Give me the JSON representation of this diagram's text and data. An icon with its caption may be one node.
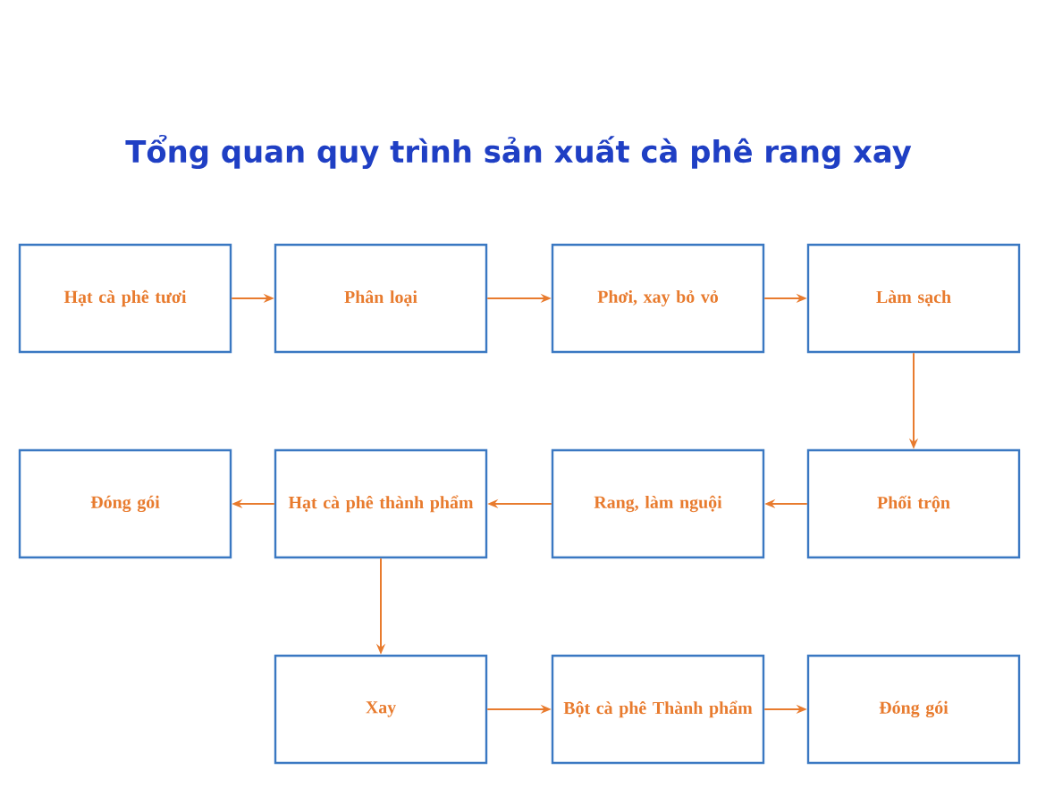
{
  "diagram": {
    "title": "Tổng quan quy trình sản xuất cà phê rang xay",
    "nodes": [
      {
        "text": [
          "Hạt cà phê tươi"
        ]
      },
      {
        "text": [
          "Phân loại"
        ]
      },
      {
        "text": [
          "Phơi, xay bỏ vỏ"
        ]
      },
      {
        "text": [
          "Làm sạch"
        ]
      },
      {
        "text": [
          "Phối trộn"
        ]
      },
      {
        "text": [
          "Rang, làm nguội"
        ]
      },
      {
        "text": [
          "Hạt cà phê thành phẩm"
        ]
      },
      {
        "text": [
          "Đóng gói"
        ]
      },
      {
        "text": [
          "Xay"
        ]
      },
      {
        "text": [
          "Bột cà phê Thành phẩm"
        ]
      },
      {
        "text": [
          "Đóng gói"
        ]
      }
    ],
    "edges": [
      {
        "from": 0,
        "to": 1,
        "arrow": "to"
      },
      {
        "from": 1,
        "to": 2,
        "arrow": "to"
      },
      {
        "from": 2,
        "to": 3,
        "arrow": "to"
      },
      {
        "from": 3,
        "to": 4,
        "arrow": "to"
      },
      {
        "from": 4,
        "to": 5,
        "arrow": "to"
      },
      {
        "from": 5,
        "to": 6,
        "arrow": "to"
      },
      {
        "from": 6,
        "to": 7,
        "arrow": "to"
      },
      {
        "from": 6,
        "to": 8,
        "arrow": "to"
      },
      {
        "from": 8,
        "to": 9,
        "arrow": "to"
      },
      {
        "from": 9,
        "to": 10,
        "arrow": "to"
      }
    ]
  }
}
